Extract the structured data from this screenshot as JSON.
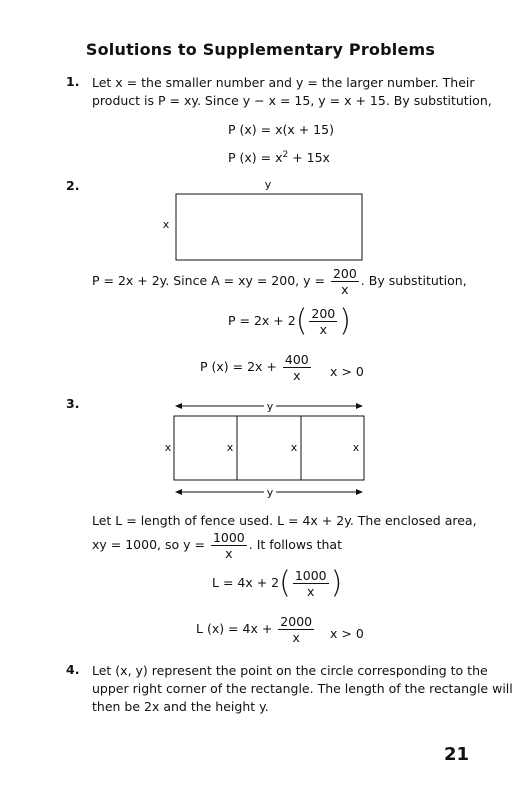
{
  "title": "Solutions to Supplementary Problems",
  "page_number": "21",
  "p1": {
    "num": "1.",
    "line1": "Let x = the smaller number and y = the larger number. Their",
    "line2": "product is P = xy. Since y − x = 15, y = x + 15. By substitution,",
    "eq1": "P (x) = x(x + 15)",
    "eq2_lhs": "P (x) = x",
    "eq2_sup": "2",
    "eq2_rhs": " + 15x"
  },
  "p2": {
    "num": "2.",
    "label_top": "y",
    "label_left": "x",
    "text_pre": "P = 2x + 2y. Since A = xy = 200, y =",
    "frac_num": "200",
    "frac_den": "x",
    "text_post": ". By substitution,",
    "eq1_pre": "P = 2x + 2",
    "eq1_num": "200",
    "eq1_den": "x",
    "eq2_pre": "P (x) = 2x +",
    "eq2_num": "400",
    "eq2_den": "x",
    "eq2_cond": "x > 0"
  },
  "p3": {
    "num": "3.",
    "label_top": "y",
    "label_bottom": "y",
    "labels_x": [
      "x",
      "x",
      "x",
      "x"
    ],
    "line1": "Let L = length of fence used. L = 4x + 2y. The enclosed area,",
    "line2_pre": "xy = 1000, so y =",
    "frac_num": "1000",
    "frac_den": "x",
    "line2_post": ". It follows that",
    "eq1_pre": "L = 4x + 2",
    "eq1_num": "1000",
    "eq1_den": "x",
    "eq2_pre": "L (x) = 4x +",
    "eq2_num": "2000",
    "eq2_den": "x",
    "eq2_cond": "x > 0"
  },
  "p4": {
    "num": "4.",
    "line1": "Let (x, y) represent the point on the circle corresponding to the",
    "line2": "upper right corner of the rectangle. The length of the rectangle will",
    "line3": "then be 2x and the height y."
  }
}
